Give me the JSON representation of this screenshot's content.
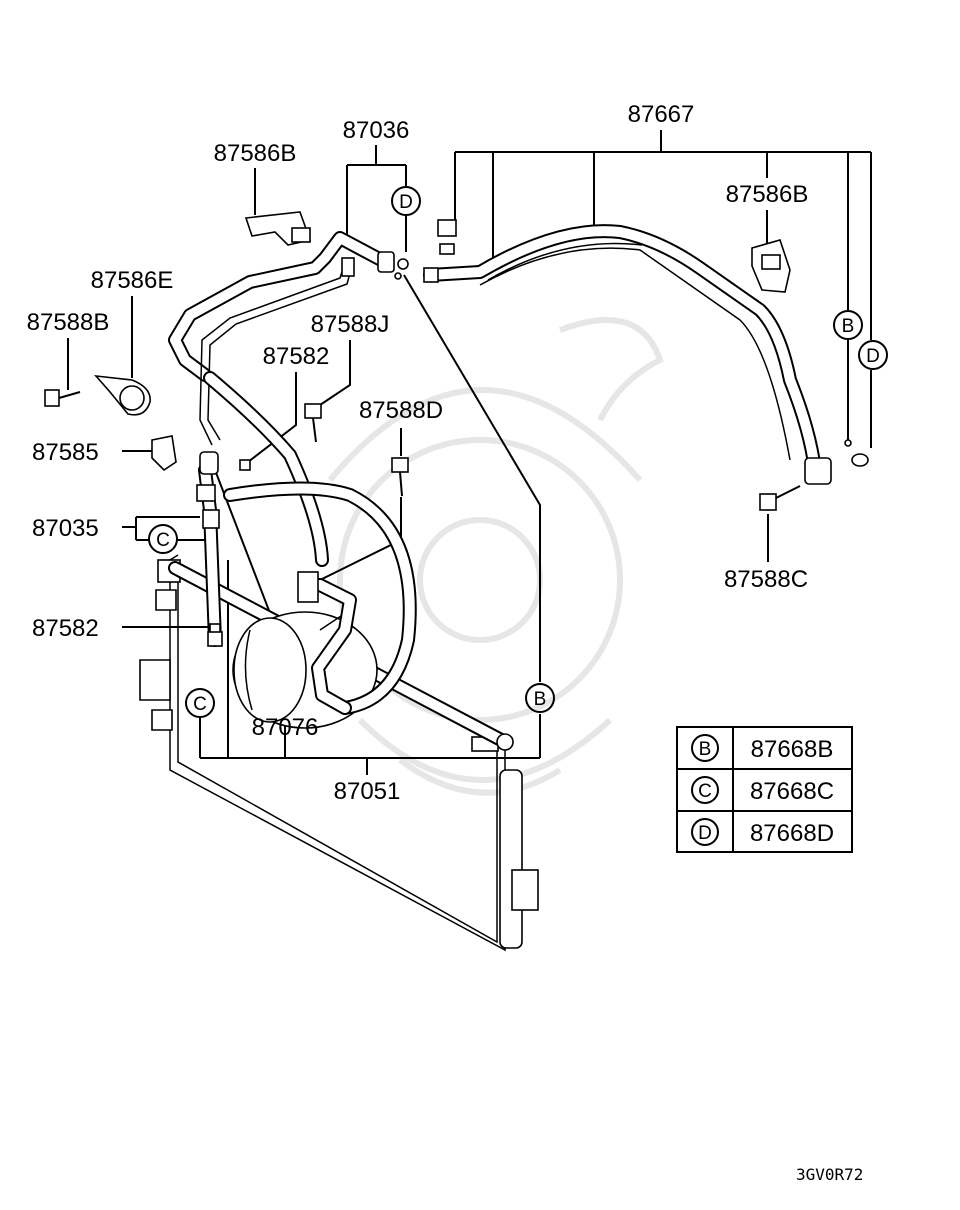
{
  "part_labels": {
    "p87036": "87036",
    "p87667": "87667",
    "p87586B_top": "87586B",
    "p87586B_right": "87586B",
    "p87586E": "87586E",
    "p87588B": "87588B",
    "p87588J": "87588J",
    "p87582_top": "87582",
    "p87588D": "87588D",
    "p87585": "87585",
    "p87035": "87035",
    "p87582_mid": "87582",
    "p87076": "87076",
    "p87051": "87051",
    "p87588C": "87588C"
  },
  "callouts": {
    "b": "B",
    "c": "C",
    "d": "D"
  },
  "legend": [
    {
      "letter": "B",
      "part": "87668B"
    },
    {
      "letter": "C",
      "part": "87668C"
    },
    {
      "letter": "D",
      "part": "87668D"
    }
  ],
  "diagram_code": "3GV0R72"
}
